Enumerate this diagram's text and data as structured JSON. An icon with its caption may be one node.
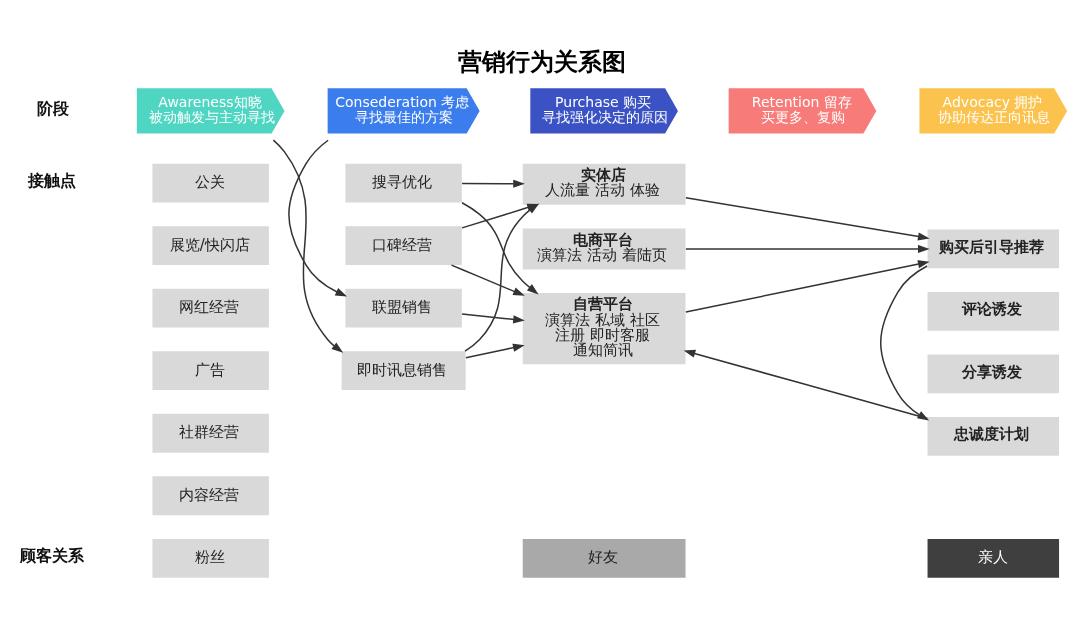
{
  "diagram": {
    "title": "营销行为关系图",
    "nodes": [
      {
        "text": [
          "Awareness知晓",
          "被动触发与主动寻找"
        ]
      },
      {
        "text": [
          "Consederation 考虑",
          "寻找最佳的方案"
        ]
      },
      {
        "text": [
          "Purchase 购买",
          "寻找强化决定的原因"
        ]
      },
      {
        "text": [
          "Retention 留存",
          "买更多、复购"
        ]
      },
      {
        "text": [
          "Advocacy 拥护",
          "协助传达正向讯息"
        ]
      },
      {
        "text": [
          "公关"
        ]
      },
      {
        "text": [
          "展览/快闪店"
        ]
      },
      {
        "text": [
          "网红经营"
        ]
      },
      {
        "text": [
          "广告"
        ]
      },
      {
        "text": [
          "社群经营"
        ]
      },
      {
        "text": [
          "内容经营"
        ]
      },
      {
        "text": [
          "搜寻优化"
        ]
      },
      {
        "text": [
          "口碑经营"
        ]
      },
      {
        "text": [
          "实体店",
          "人流量 活动 体验"
        ]
      },
      {
        "text": [
          "电商平台",
          "演算法 活动 着陆页"
        ]
      },
      {
        "text": [
          "自营平台",
          "演算法 私域 社区",
          "注册 即时客服",
          "通知简讯"
        ]
      },
      {
        "text": [
          "联盟销售"
        ]
      },
      {
        "text": [
          "即时讯息销售"
        ]
      },
      {
        "text": [
          "购买后引导推荐"
        ]
      },
      {
        "text": [
          "评论诱发"
        ]
      },
      {
        "text": [
          "分享诱发"
        ]
      },
      {
        "text": [
          "忠诚度计划"
        ]
      },
      {
        "text": [
          "粉丝"
        ]
      },
      {
        "text": [
          "好友"
        ]
      },
      {
        "text": [
          "亲人"
        ]
      }
    ],
    "edges": [
      {
        "from": 0,
        "to": 17,
        "arrow": "to"
      },
      {
        "from": 1,
        "to": 16,
        "arrow": "to"
      },
      {
        "from": 11,
        "to": 13,
        "arrow": "to"
      },
      {
        "from": 11,
        "to": 15,
        "arrow": "to"
      },
      {
        "from": 12,
        "to": 13,
        "arrow": "to"
      },
      {
        "from": 12,
        "to": 15,
        "arrow": "to"
      },
      {
        "from": 17,
        "to": 13,
        "arrow": "to"
      },
      {
        "from": 17,
        "to": 15,
        "arrow": "to"
      },
      {
        "from": 16,
        "to": 15,
        "arrow": "to"
      },
      {
        "from": 13,
        "to": 18,
        "arrow": "to"
      },
      {
        "from": 14,
        "to": 18,
        "arrow": "to"
      },
      {
        "from": 15,
        "to": 18,
        "arrow": "to"
      },
      {
        "from": 18,
        "to": 21,
        "arrow": "to"
      },
      {
        "from": 21,
        "to": 15,
        "arrow": "to"
      }
    ],
    "labels": [
      "阶段",
      "接触点",
      "顾客关系"
    ]
  }
}
